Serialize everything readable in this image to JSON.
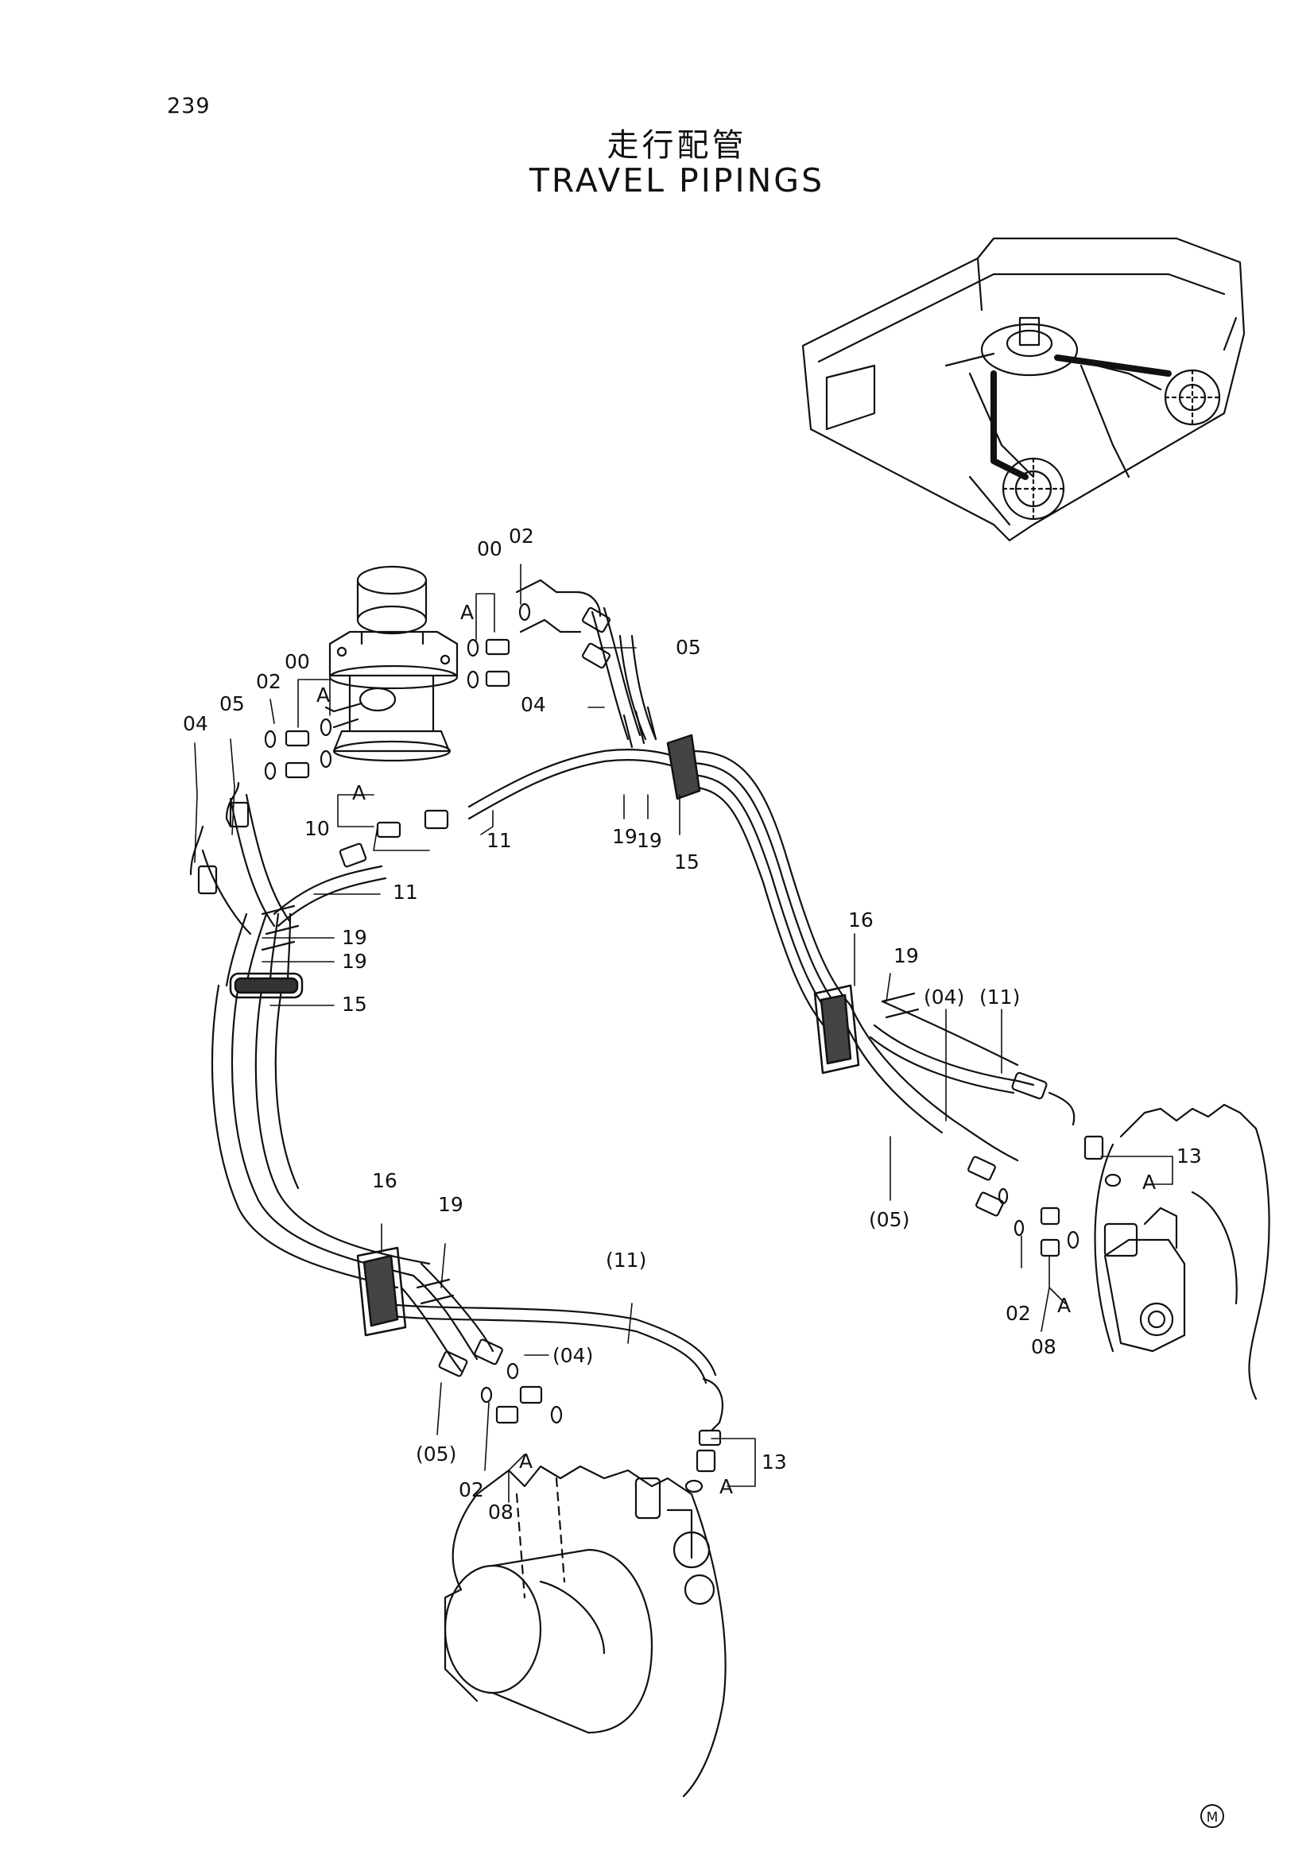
{
  "page_number": "239",
  "title_jp": "走行配管",
  "title_en": "TRAVEL PIPINGS",
  "corner_mark": "M",
  "callouts": {
    "c00_top": "00",
    "c02_top": "02",
    "cA_top": "A",
    "c05_right_top": "05",
    "c04_mid": "04",
    "c00_left": "00",
    "c02_left": "02",
    "cA_left": "A",
    "c05_left": "05",
    "c04_left": "04",
    "cA_center": "A",
    "c10": "10",
    "c11_center": "11",
    "c19_a": "19",
    "c19_b": "19",
    "c15_upper": "15",
    "c11_left": "11",
    "c19_left_a": "19",
    "c19_left_b": "19",
    "c15_left": "15",
    "c16_right": "16",
    "c19_right": "19",
    "c04_paren_right": "(04)",
    "c11_paren_right": "(11)",
    "c13_right": "13",
    "cA_right": "A",
    "c05_paren_right": "(05)",
    "c02_right": "02",
    "cA_right_low": "A",
    "c08_right": "08",
    "c16_low": "16",
    "c19_low": "19",
    "c11_paren_low": "(11)",
    "c04_paren_low": "(04)",
    "c05_paren_low": "(05)",
    "c02_low": "02",
    "cA_low": "A",
    "c08_low": "08",
    "c13_low": "13",
    "cA_low_right": "A"
  }
}
